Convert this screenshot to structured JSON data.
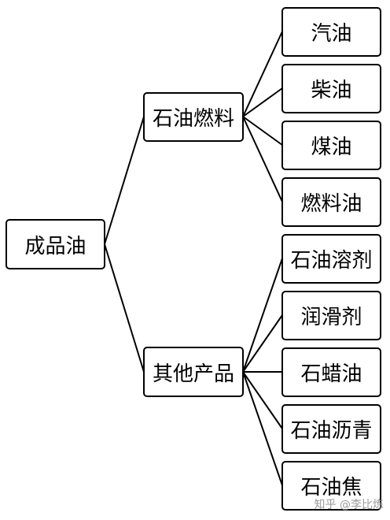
{
  "root": {
    "label": "成品油"
  },
  "branches": [
    {
      "label": "石油燃料",
      "children": [
        "汽油",
        "柴油",
        "煤油",
        "燃料油"
      ]
    },
    {
      "label": "其他产品",
      "children": [
        "石油溶剂",
        "润滑剂",
        "石蜡油",
        "石油沥青",
        "石油焦"
      ]
    }
  ],
  "watermark": "知乎 @李比炼"
}
